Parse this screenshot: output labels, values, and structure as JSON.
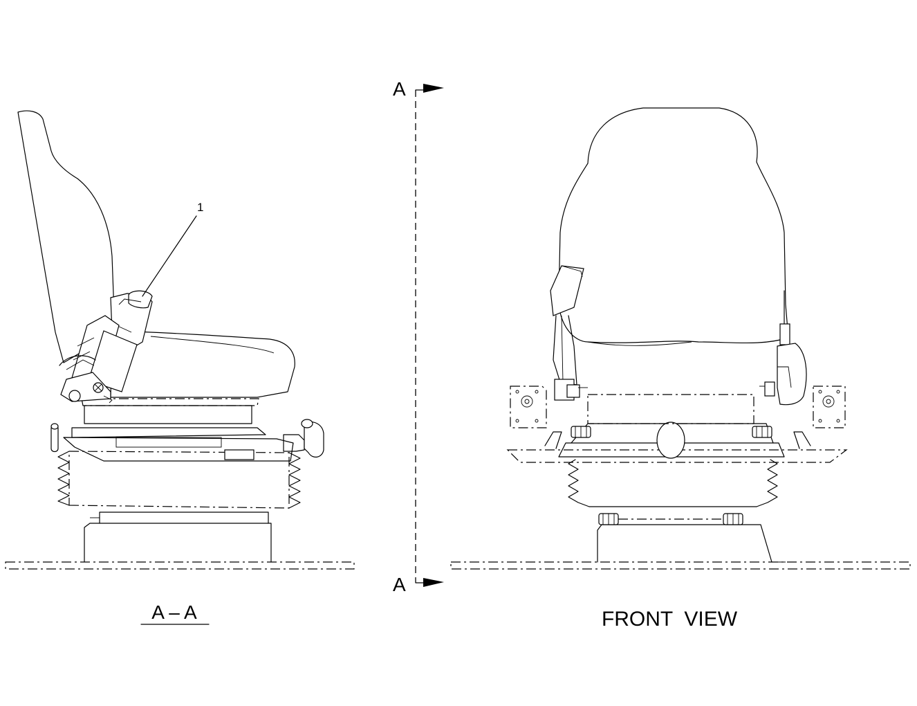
{
  "section_marker": {
    "top_letter": "A",
    "bottom_letter": "A"
  },
  "callouts": [
    {
      "number": "1"
    }
  ],
  "view_labels": {
    "section": "A – A",
    "front": "FRONT  VIEW"
  }
}
